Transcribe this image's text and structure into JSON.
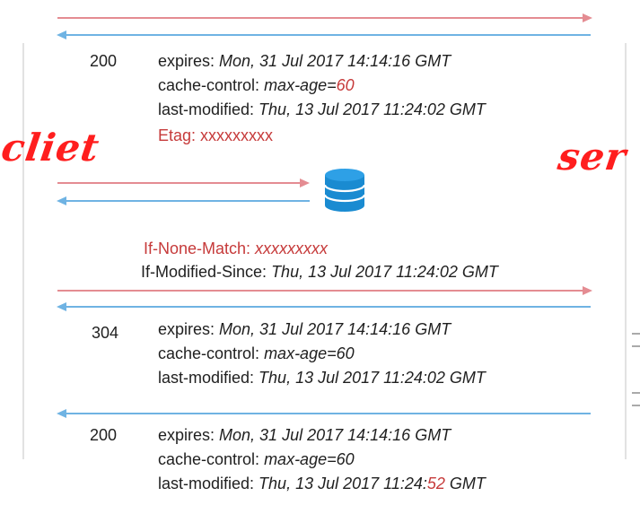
{
  "colors": {
    "request_arrow": "#e48c92",
    "response_arrow": "#6fb3e3",
    "accent_red": "#c63a3a",
    "handwriting": "#ff1e1e",
    "database": "#1a8bd1"
  },
  "icons": {
    "database": "database-icon"
  },
  "handwriting": {
    "left": "cliet",
    "right": "ser"
  },
  "block1": {
    "status": "200",
    "expires_key": "expires: ",
    "expires_val": "Mon, 31 Jul 2017 14:14:16 GMT",
    "cache_key": "cache-control: ",
    "cache_val_a": "max-age=",
    "cache_val_b": "60",
    "lm_key": "last-modified: ",
    "lm_val": "Thu, 13 Jul 2017 11:24:02 GMT",
    "etag": "Etag: xxxxxxxxx"
  },
  "request2": {
    "inm_key": "If-None-Match: ",
    "inm_val": "xxxxxxxxx",
    "ims_key": "If-Modified-Since: ",
    "ims_val": "Thu, 13 Jul 2017 11:24:02 GMT"
  },
  "block2": {
    "status": "304",
    "expires_key": "expires: ",
    "expires_val": "Mon, 31 Jul 2017 14:14:16 GMT",
    "cache_key": "cache-control: ",
    "cache_val": "max-age=60",
    "lm_key": "last-modified: ",
    "lm_val": "Thu, 13 Jul 2017 11:24:02 GMT"
  },
  "block3": {
    "status": "200",
    "expires_key": "expires: ",
    "expires_val": "Mon, 31 Jul 2017 14:14:16 GMT",
    "cache_key": "cache-control: ",
    "cache_val": "max-age=60",
    "lm_key": "last-modified: ",
    "lm_val_a": "Thu, 13 Jul 2017 11:24:",
    "lm_val_b": "52",
    "lm_val_c": " GMT"
  }
}
